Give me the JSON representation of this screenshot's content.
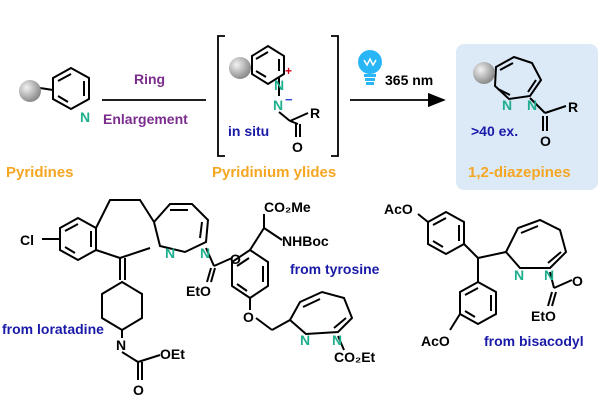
{
  "scheme": {
    "arrow1": {
      "top": "Ring",
      "bottom": "Enlargement"
    },
    "arrow2": {
      "label": "365 nm"
    },
    "bottom_labels": {
      "pyridines": "Pyridines",
      "ylides": "Pyridinium ylides",
      "diazepines": "1,2-diazepines"
    },
    "ylide": {
      "in_situ": "in situ",
      "n_minus": "N",
      "minus": "−",
      "plus": "+",
      "n_plus": "N",
      "r": "R",
      "o": "O"
    },
    "pyridine": {
      "n": "N"
    },
    "diazepine": {
      "n1": "N",
      "n2": "N",
      "r": "R",
      "o": "O",
      "examples": ">40 ex."
    }
  },
  "derivatives": {
    "loratadine": {
      "cl": "Cl",
      "n_ring": "N",
      "n_ester": "N",
      "n1": "N",
      "n2": "N",
      "o1": "O",
      "eto1": "EtO",
      "o2": "O",
      "oet": "OEt",
      "caption": "from loratadine"
    },
    "tyrosine": {
      "co2me": "CO₂Me",
      "nhboc": "NHBoc",
      "o": "O",
      "n1": "N",
      "n2": "N",
      "co2et": "CO₂Et",
      "caption": "from tyrosine"
    },
    "bisacodyl": {
      "aco1": "AcO",
      "aco2": "AcO",
      "n1": "N",
      "n2": "N",
      "o": "O",
      "eto": "EtO",
      "caption": "from bisacodyl"
    }
  },
  "colors": {
    "pyridines_label": "#f5a623",
    "ylides_label": "#f5a623",
    "diazepines_label": "#f5a623",
    "arrow_text": "#7b2d8e",
    "nitrogen": "#1fae8e",
    "anion": "#2a4bd7",
    "cation": "#d0021b",
    "caption": "#1a1aa8",
    "panel": "#dce9f7",
    "bulb": "#29b6f6"
  }
}
